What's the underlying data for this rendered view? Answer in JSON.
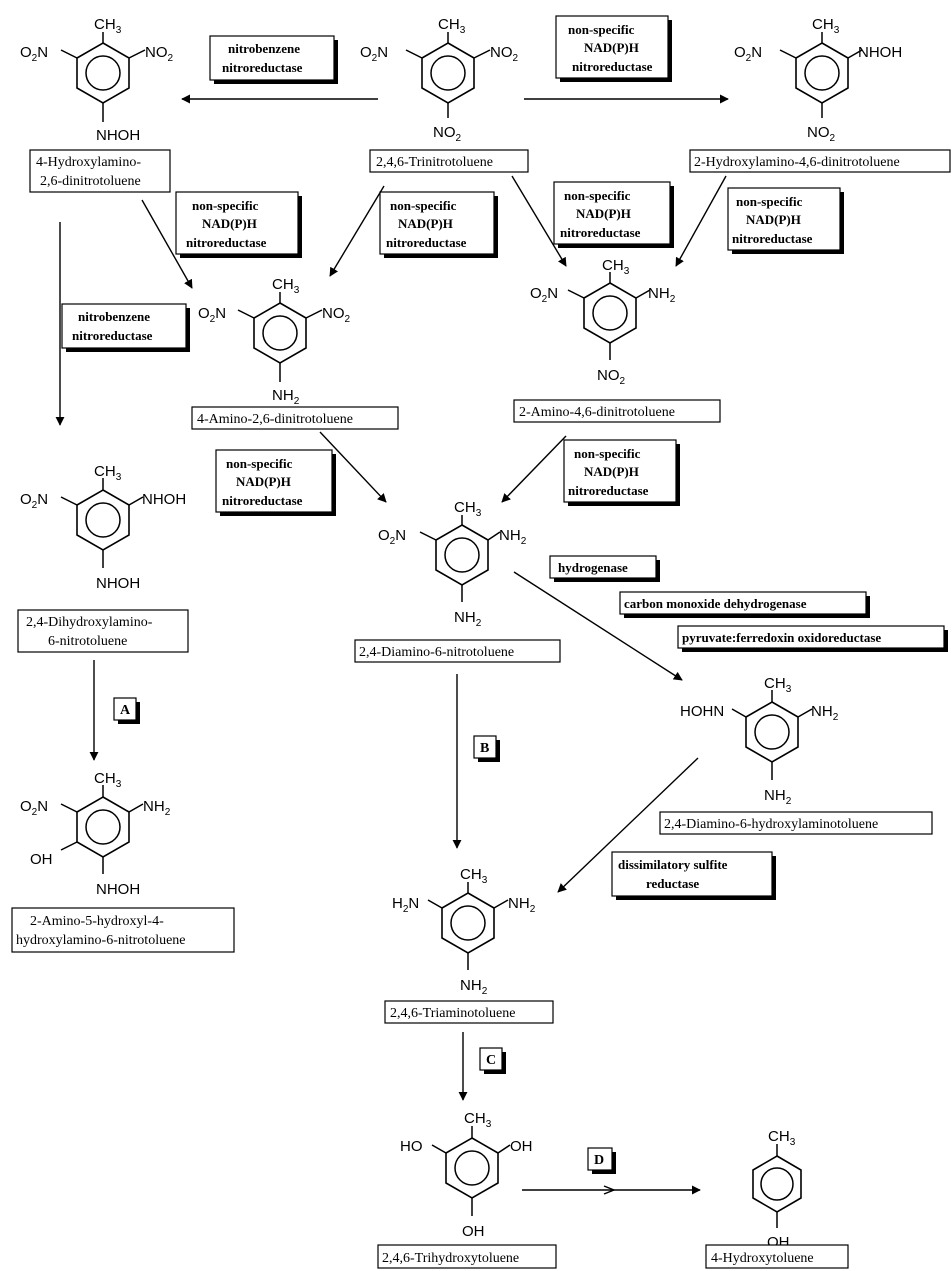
{
  "substituents": {
    "ch3": "CH3",
    "o2n": "O2N",
    "no2": "NO2",
    "nhoh": "NHOH",
    "hohn": "HOHN",
    "h2n": "H2N",
    "nh2": "NH2",
    "oh": "OH",
    "ho": "HO"
  },
  "compounds": {
    "tnt": "2,4,6-Trinitrotoluene",
    "hadnt4": [
      "4-Hydroxylamino-",
      "2,6-dinitrotoluene"
    ],
    "hadnt2": "2-Hydroxylamino-4,6-dinitrotoluene",
    "adnt4": "4-Amino-2,6-dinitrotoluene",
    "adnt2": "2-Amino-4,6-dinitrotoluene",
    "dhant": [
      "2,4-Dihydroxylamino-",
      "6-nitrotoluene"
    ],
    "dant": "2,4-Diamino-6-nitrotoluene",
    "ahhnt": [
      "2-Amino-5-hydroxyl-4-",
      "hydroxylamino-6-nitrotoluene"
    ],
    "dahat": "2,4-Diamino-6-hydroxylaminotoluene",
    "tat": "2,4,6-Triaminotoluene",
    "tht": "2,4,6-Trihydroxytoluene",
    "hydroxytoluene": "4-Hydroxytoluene"
  },
  "enzymes": {
    "nitrobenzene": [
      "nitrobenzene",
      "nitroreductase"
    ],
    "nonspecific": [
      "non-specific",
      "NAD(P)H",
      "nitroreductase"
    ],
    "hydrogenase": "hydrogenase",
    "codh": "carbon monoxide dehydrogenase",
    "pfor": "pyruvate:ferredoxin oxidoreductase",
    "dsr": [
      "dissimilatory sulfite",
      "reductase"
    ]
  },
  "step_labels": {
    "a": "A",
    "b": "B",
    "c": "C",
    "d": "D"
  }
}
